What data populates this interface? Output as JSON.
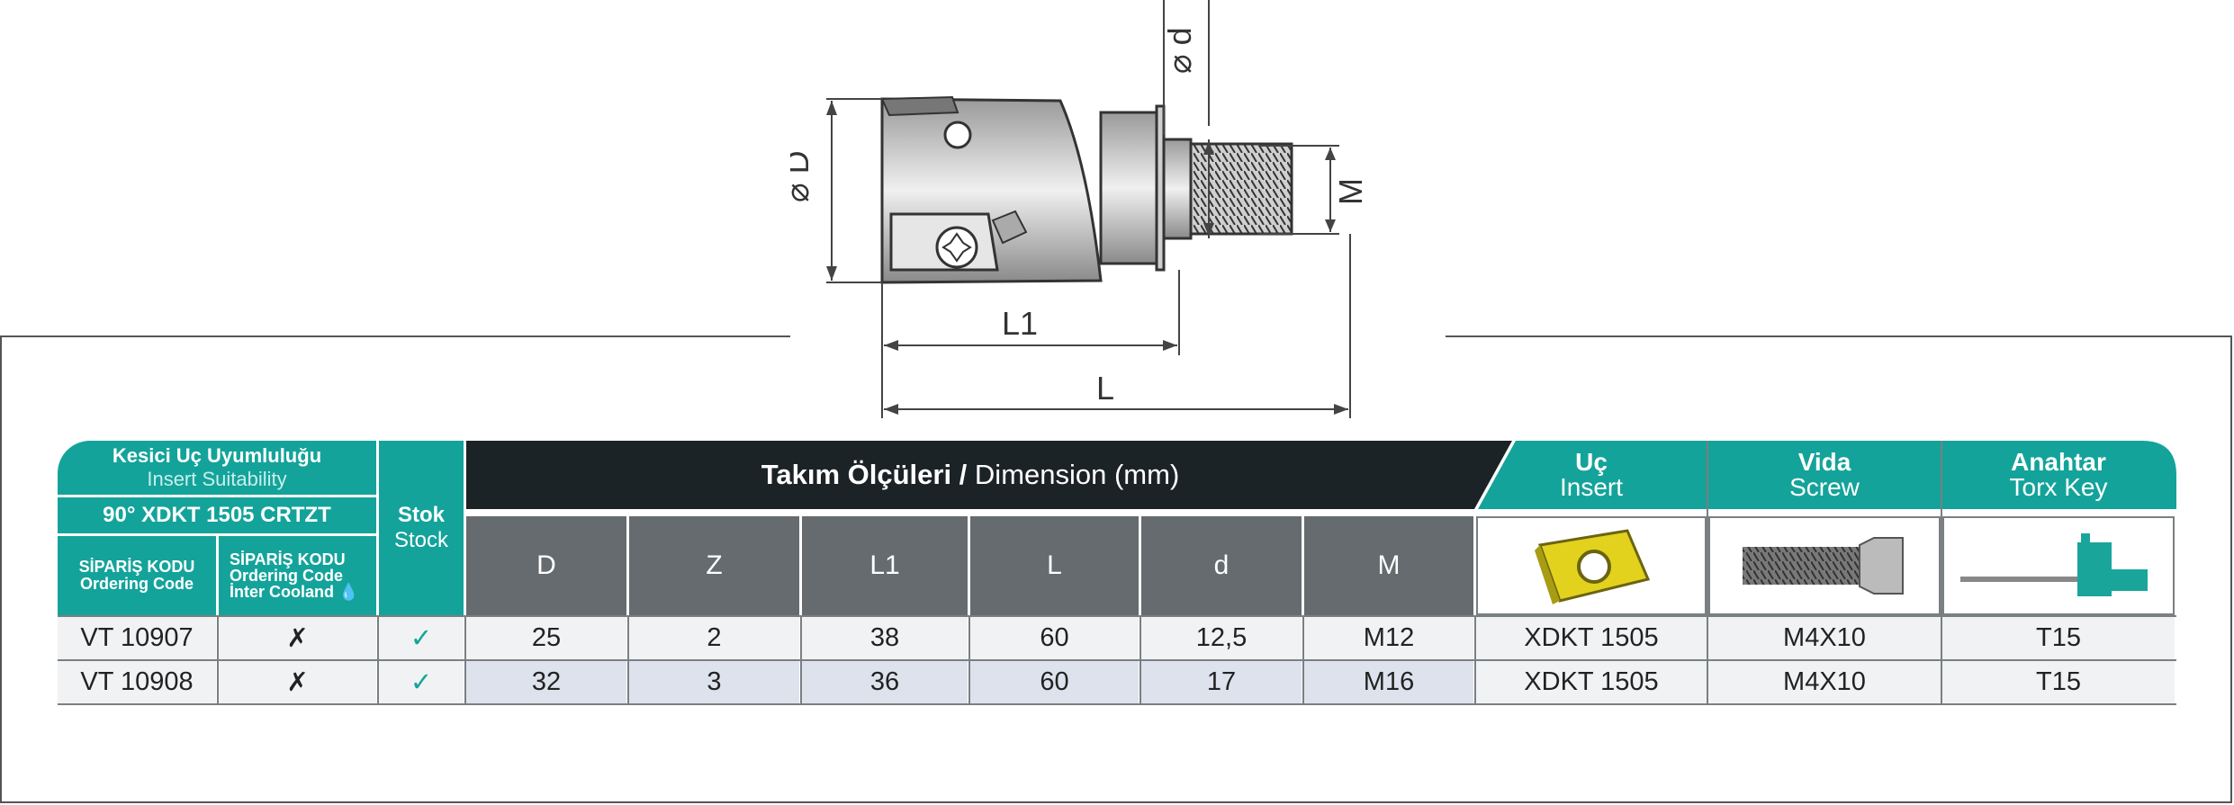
{
  "header": {
    "insert_suitability": {
      "title": "Kesici Uç Uyumluluğu",
      "subtitle": "Insert Suitability"
    },
    "insert_type": "90° XDKT 1505 CRTZT",
    "ordering_code": {
      "title": "SİPARİŞ KODU",
      "subtitle": "Ordering Code"
    },
    "ordering_code_coolant": {
      "title": "SİPARİŞ KODU",
      "line2": "Ordering Code",
      "line3": "İnter Cooland"
    },
    "stock": {
      "title": "Stok",
      "subtitle": "Stock"
    },
    "dimension": {
      "title": "Takım Ölçüleri /",
      "subtitle": "Dimension (mm)"
    },
    "insert": {
      "title": "Uç",
      "subtitle": "Insert"
    },
    "screw": {
      "title": "Vida",
      "subtitle": "Screw"
    },
    "key": {
      "title": "Anahtar",
      "subtitle": "Torx Key"
    },
    "columns": [
      "D",
      "Z",
      "L1",
      "L",
      "d",
      "M"
    ]
  },
  "drawing_labels": {
    "D": "D",
    "d": "d",
    "M": "M",
    "L1": "L1",
    "L": "L"
  },
  "rows": [
    {
      "code": "VT 10907",
      "coolant": "✗",
      "stock": "✓",
      "D": "25",
      "Z": "2",
      "L1": "38",
      "L": "60",
      "d": "12,5",
      "M": "M12",
      "insert": "XDKT 1505",
      "screw": "M4X10",
      "key": "T15"
    },
    {
      "code": "VT 10908",
      "coolant": "✗",
      "stock": "✓",
      "D": "32",
      "Z": "3",
      "L1": "36",
      "L": "60",
      "d": "17",
      "M": "M16",
      "insert": "XDKT 1505",
      "screw": "M4X10",
      "key": "T15"
    }
  ],
  "colors": {
    "teal": "#14a39a",
    "dark": "#1c2326",
    "grey": "#656b6e",
    "row_light": "#f1f2f3",
    "row_alt": "#dde2ec"
  }
}
